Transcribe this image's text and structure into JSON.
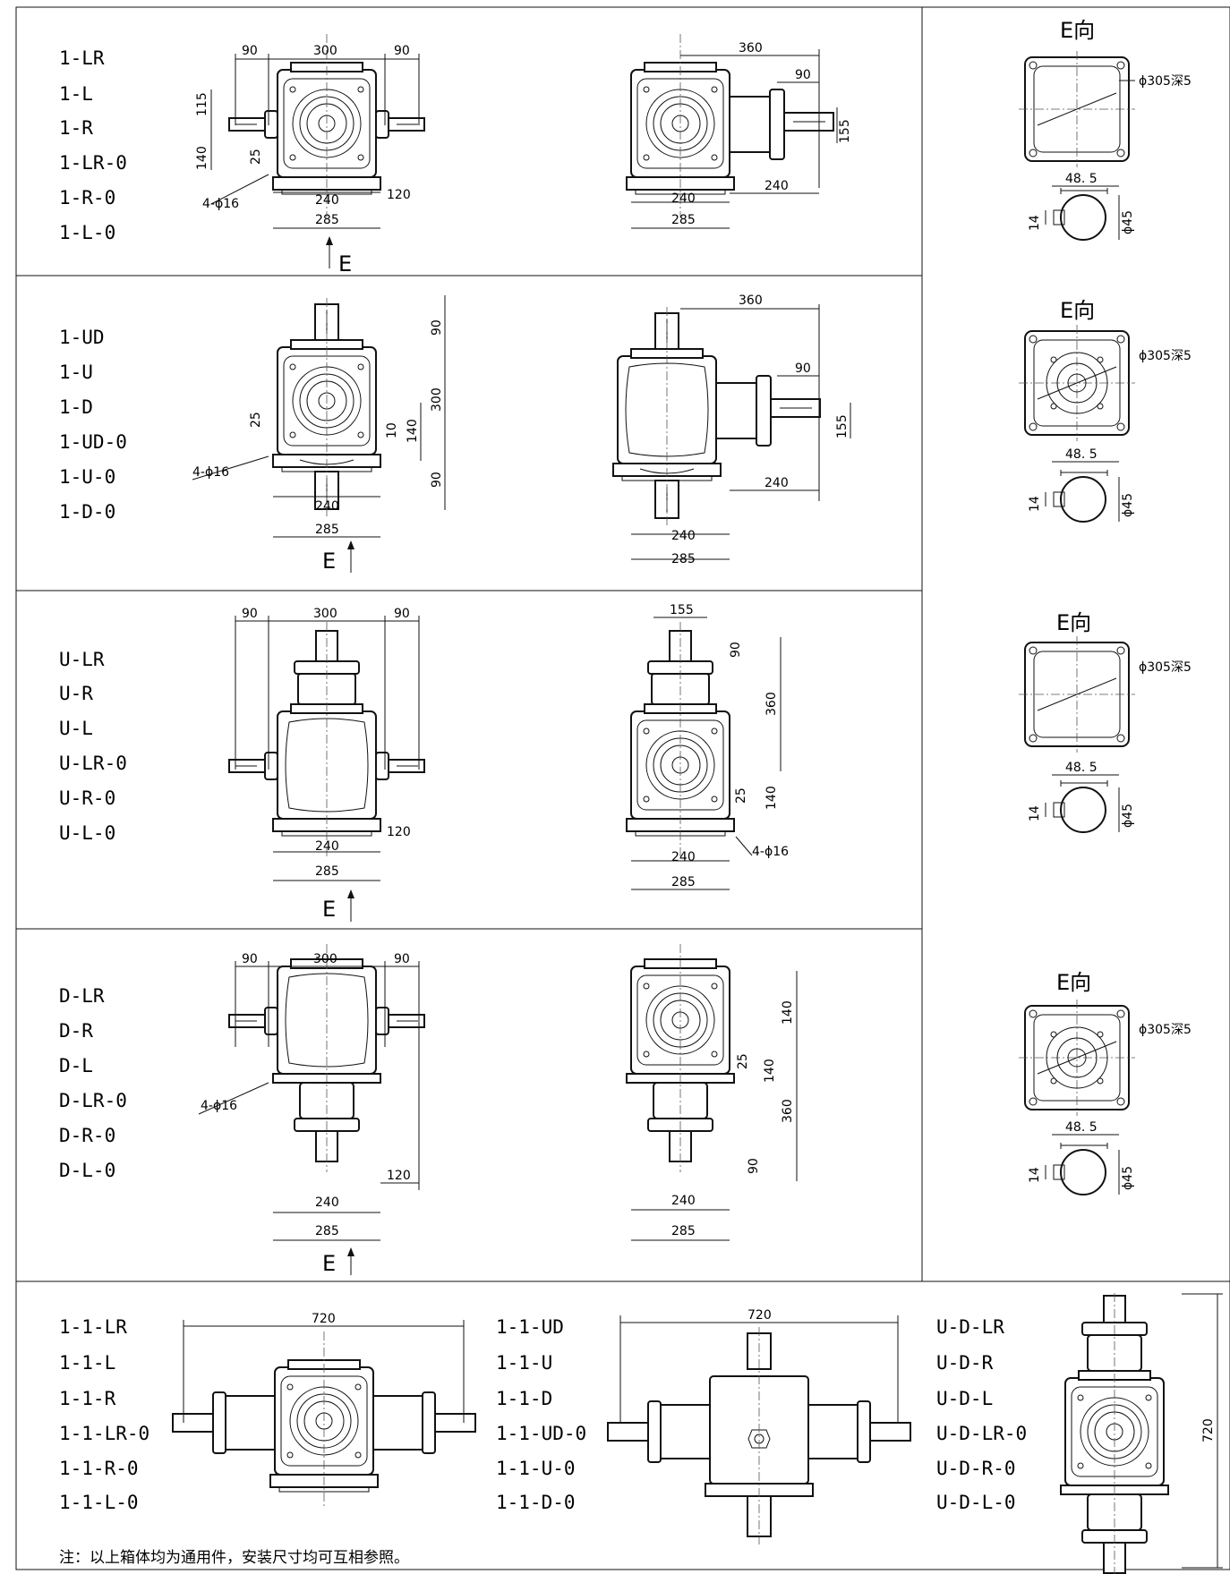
{
  "dims": {
    "d90": "90",
    "d300": "300",
    "d360": "360",
    "d115": "115",
    "d140": "140",
    "d25": "25",
    "d155": "155",
    "d10": "10",
    "d240": "240",
    "d285": "285",
    "d120": "120",
    "d720": "720",
    "d14": "14",
    "d48_5": "48. 5",
    "phi45": "ϕ45",
    "holes": "4-ϕ16",
    "flange": "ϕ305深5",
    "e_arrow": "E",
    "e_view": "E向"
  },
  "rows": [
    {
      "codes": [
        "1-LR",
        "1-L",
        "1-R",
        "1-LR-0",
        "1-R-0",
        "1-L-0"
      ]
    },
    {
      "codes": [
        "1-UD",
        "1-U",
        "1-D",
        "1-UD-0",
        "1-U-0",
        "1-D-0"
      ]
    },
    {
      "codes": [
        "U-LR",
        "U-R",
        "U-L",
        "U-LR-0",
        "U-R-0",
        "U-L-0"
      ]
    },
    {
      "codes": [
        "D-LR",
        "D-R",
        "D-L",
        "D-LR-0",
        "D-R-0",
        "D-L-0"
      ]
    }
  ],
  "bottom": {
    "groups": [
      {
        "codes": [
          "1-1-LR",
          "1-1-L",
          "1-1-R",
          "1-1-LR-0",
          "1-1-R-0",
          "1-1-L-0"
        ]
      },
      {
        "codes": [
          "1-1-UD",
          "1-1-U",
          "1-1-D",
          "1-1-UD-0",
          "1-1-U-0",
          "1-1-D-0"
        ]
      },
      {
        "codes": [
          "U-D-LR",
          "U-D-R",
          "U-D-L",
          "U-D-LR-0",
          "U-D-R-0",
          "U-D-L-0"
        ]
      }
    ],
    "note": "注：以上箱体均为通用件，安装尺寸均可互相参照。"
  }
}
